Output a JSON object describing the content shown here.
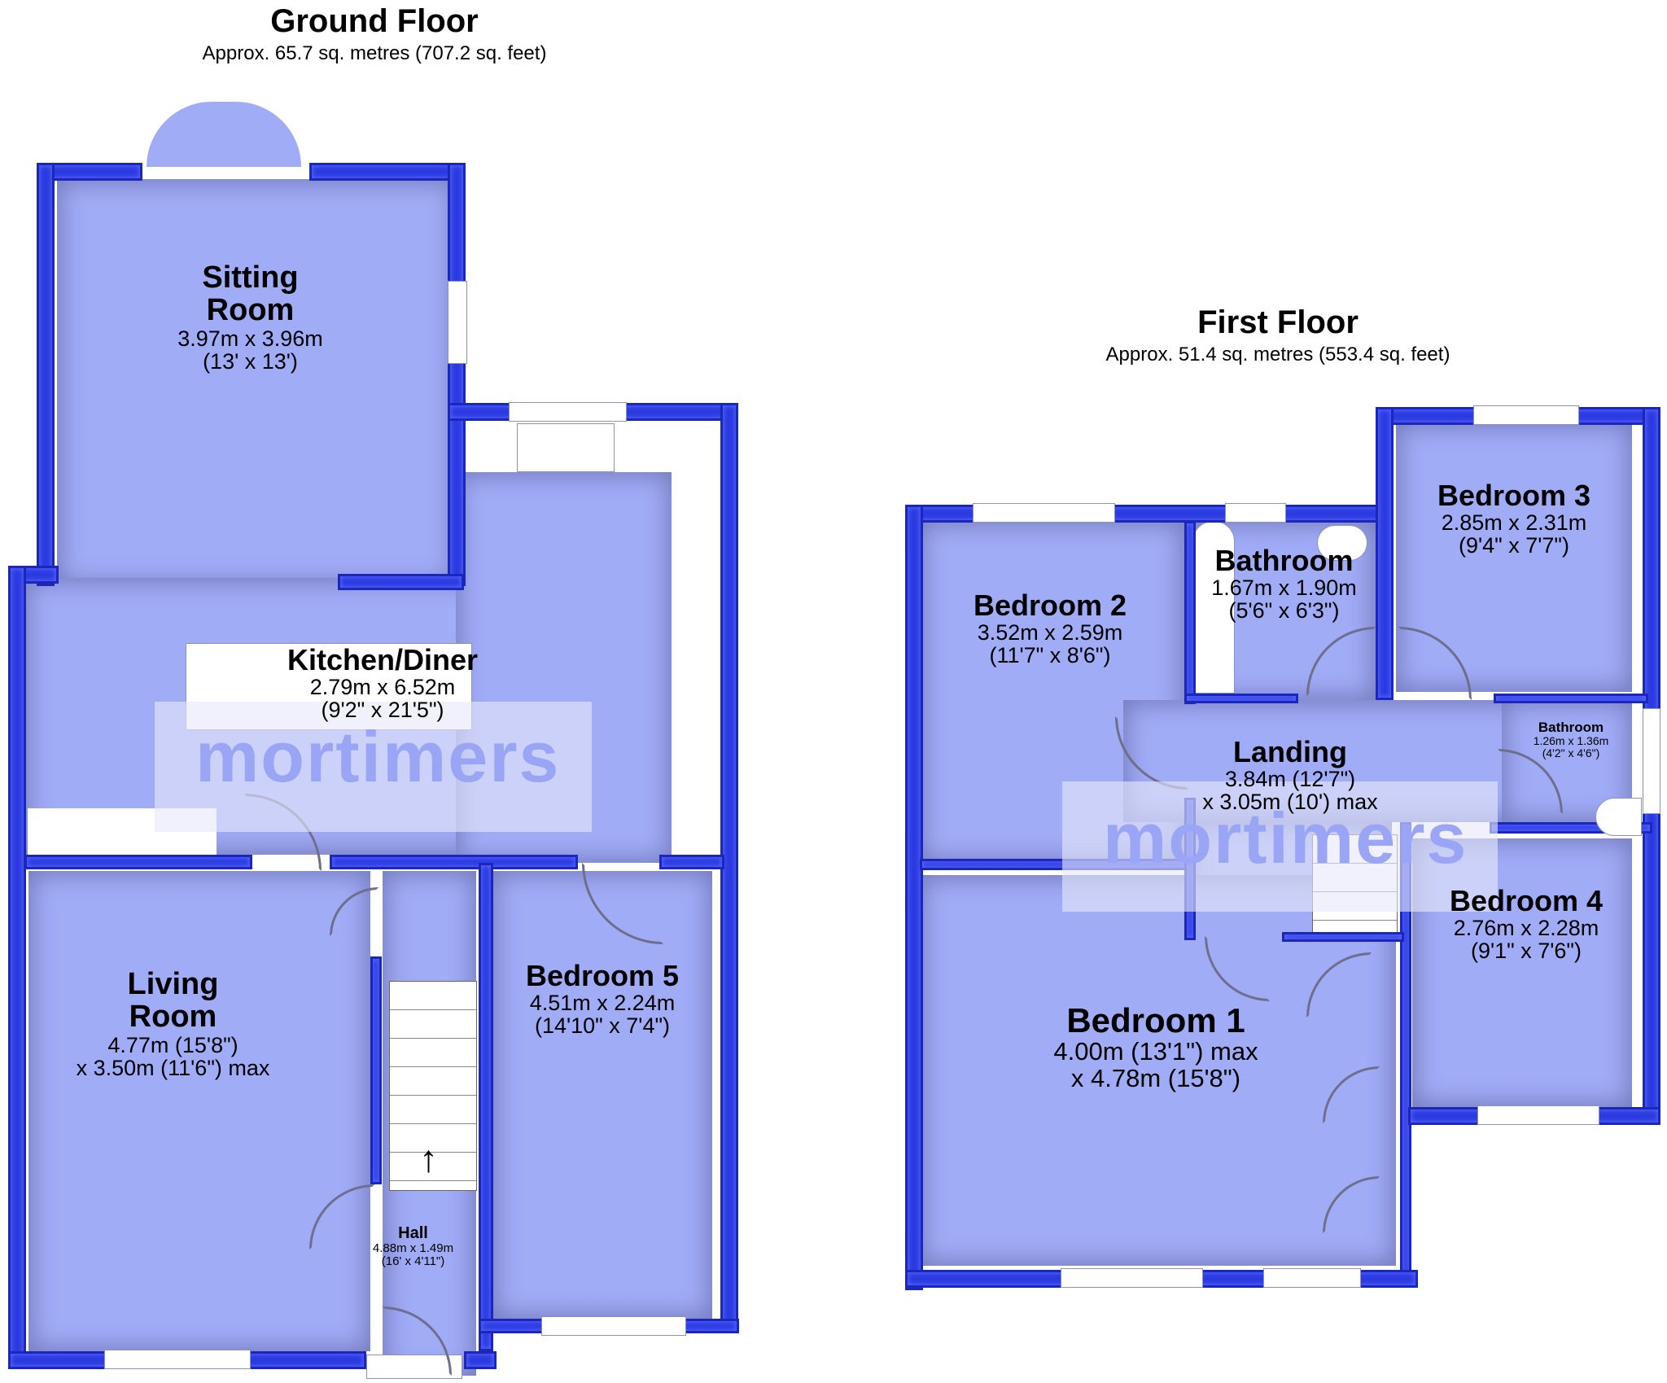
{
  "ground_floor": {
    "title": "Ground Floor",
    "area": "Approx. 65.7 sq. metres (707.2 sq. feet)",
    "rooms": [
      {
        "name_line1": "Sitting",
        "name_line2": "Room",
        "dim1": "3.97m x 3.96m",
        "dim2": "(13' x 13')"
      },
      {
        "name_line1": "Kitchen/Diner",
        "name_line2": "",
        "dim1": "2.79m x 6.52m",
        "dim2": "(9'2\" x 21'5\")"
      },
      {
        "name_line1": "Living",
        "name_line2": "Room",
        "dim1": "4.77m (15'8\")",
        "dim2": "x 3.50m (11'6\") max"
      },
      {
        "name_line1": "Bedroom 5",
        "name_line2": "",
        "dim1": "4.51m x 2.24m",
        "dim2": "(14'10\" x 7'4\")"
      },
      {
        "name_line1": "Hall",
        "name_line2": "",
        "dim1": "4.88m x 1.49m",
        "dim2": "(16' x 4'11\")"
      }
    ],
    "stairs_arrow": "up-arrow-icon"
  },
  "first_floor": {
    "title": "First Floor",
    "area": "Approx. 51.4 sq. metres (553.4 sq. feet)",
    "rooms": [
      {
        "name_line1": "Bedroom 2",
        "dim1": "3.52m x 2.59m",
        "dim2": "(11'7\" x 8'6\")"
      },
      {
        "name_line1": "Bathroom",
        "dim1": "1.67m x 1.90m",
        "dim2": "(5'6\" x 6'3\")"
      },
      {
        "name_line1": "Bedroom 3",
        "dim1": "2.85m x 2.31m",
        "dim2": "(9'4\" x 7'7\")"
      },
      {
        "name_line1": "Landing",
        "dim1": "3.84m (12'7\")",
        "dim2": "x 3.05m (10') max"
      },
      {
        "name_line1": "Bathroom",
        "dim1": "1.26m x 1.36m",
        "dim2": "(4'2\" x 4'6\")"
      },
      {
        "name_line1": "Bedroom 4",
        "dim1": "2.76m x 2.28m",
        "dim2": "(9'1\" x 7'6\")"
      },
      {
        "name_line1": "Bedroom 1",
        "dim1": "4.00m (13'1\") max",
        "dim2": "x 4.78m (15'8\")"
      }
    ]
  },
  "watermark": {
    "text": "mortimers"
  },
  "colors": {
    "wall": "#2b3be0",
    "floor": "#a1acf7",
    "watermark": "#9aa6f5"
  }
}
